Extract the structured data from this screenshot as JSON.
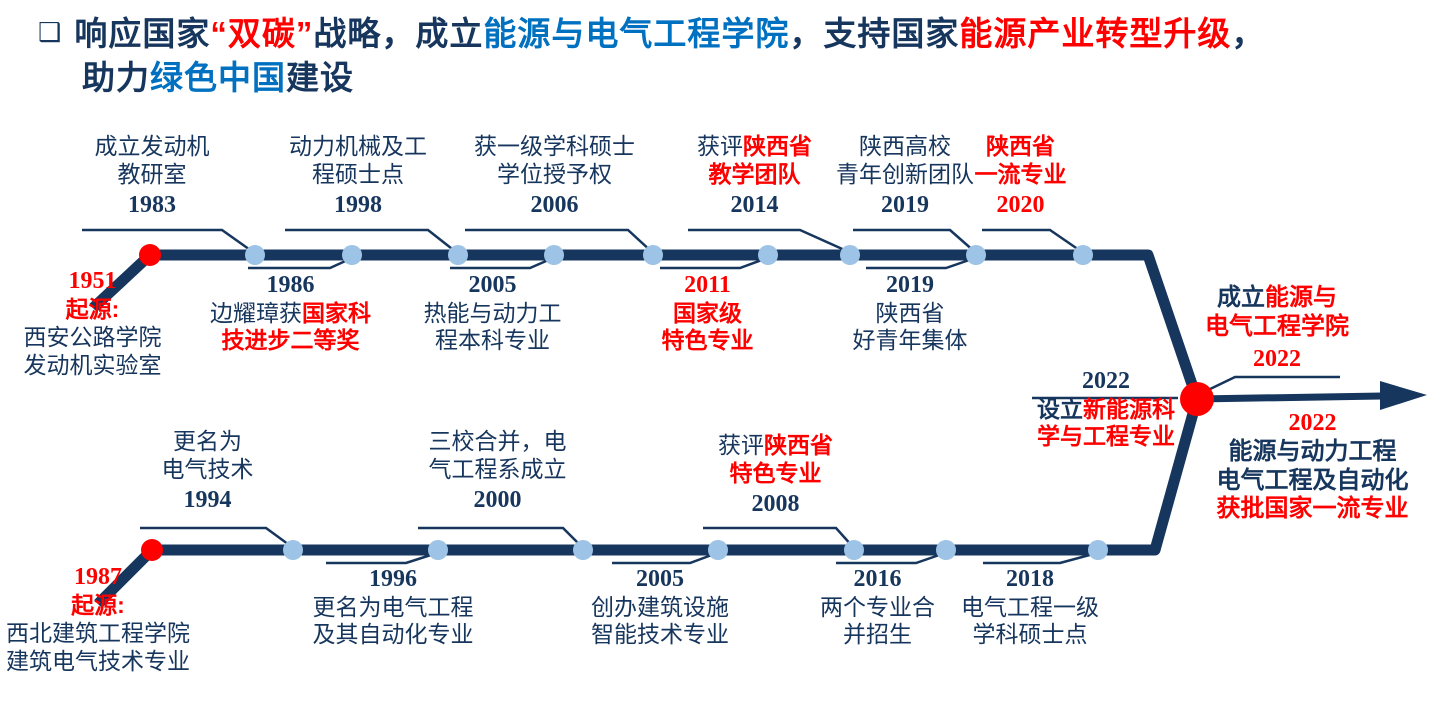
{
  "colors": {
    "navy": "#17365D",
    "red": "#FF0000",
    "accent_blue": "#0070C0",
    "dot_blue": "#9DC3E6"
  },
  "title": {
    "bullet": "❑",
    "l1s1": "响应国家",
    "l1s2": "“双碳”",
    "l1s3": "战略，成立",
    "l1s4": "能源与电气工程学院",
    "l1s5": "，支持国家",
    "l1s6": "能源产业转型升级",
    "l1s7": "，",
    "l2s1": "助力",
    "l2s2": "绿色中国",
    "l2s3": "建设"
  },
  "top": {
    "start": {
      "year": "1951",
      "origin": "起源:",
      "l1": "西安公路学院",
      "l2": "发动机实验室"
    },
    "m1983": {
      "year": "1983",
      "l1": "成立发动机",
      "l2": "教研室"
    },
    "m1986": {
      "year": "1986",
      "pre": "边耀璋获",
      "r1": "国家科",
      "r2": "技进步二等奖"
    },
    "m1998": {
      "year": "1998",
      "l1": "动力机械及工",
      "l2": "程硕士点"
    },
    "m2005": {
      "year": "2005",
      "l1": "热能与动力工",
      "l2": "程本科专业"
    },
    "m2006": {
      "year": "2006",
      "l1": "获一级学科硕士",
      "l2": "学位授予权"
    },
    "m2011": {
      "year": "2011",
      "l1": "国家级",
      "l2": "特色专业"
    },
    "m2014": {
      "year": "2014",
      "pre": "获评",
      "r1": "陕西省",
      "r2": "教学团队"
    },
    "m2019a": {
      "year": "2019",
      "l1": "陕西高校",
      "l2": "青年创新团队"
    },
    "m2019b": {
      "year": "2019",
      "l1": "陕西省",
      "l2": "好青年集体"
    },
    "m2020": {
      "year": "2020",
      "l1": "陕西省",
      "l2": "一流专业"
    }
  },
  "bottom": {
    "start": {
      "year": "1987",
      "origin": "起源:",
      "l1": "西北建筑工程学院",
      "l2": "建筑电气技术专业"
    },
    "m1994": {
      "year": "1994",
      "l1": "更名为",
      "l2": "电气技术"
    },
    "m1996": {
      "year": "1996",
      "l1": "更名为电气工程",
      "l2": "及其自动化专业"
    },
    "m2000": {
      "year": "2000",
      "l1": "三校合并，电",
      "l2": "气工程系成立"
    },
    "m2005": {
      "year": "2005",
      "l1": "创办建筑设施",
      "l2": "智能技术专业"
    },
    "m2008": {
      "year": "2008",
      "pre": "获评",
      "r1": "陕西省",
      "r2": "特色专业"
    },
    "m2016": {
      "year": "2016",
      "l1": "两个专业合",
      "l2": "并招生"
    },
    "m2018": {
      "year": "2018",
      "l1": "电气工程一级",
      "l2": "学科硕士点"
    }
  },
  "merge": {
    "left": {
      "year": "2022",
      "pre": "设立",
      "r1": "新能源科",
      "r2": "学与工程专业"
    },
    "top_right": {
      "pre": "成立",
      "r1": "能源与",
      "r2": "电气工程学院",
      "year": "2022"
    },
    "bottom_right": {
      "year": "2022",
      "l1": "能源与动力工程",
      "l2": "电气工程及自动化",
      "l3": "获批国家一流专业"
    }
  }
}
